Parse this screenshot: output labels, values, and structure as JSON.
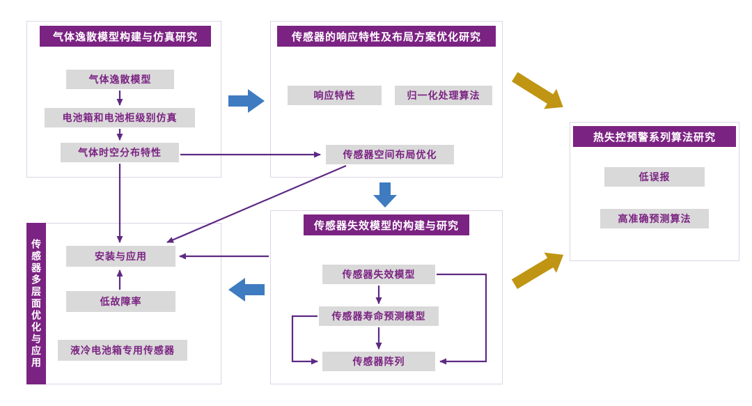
{
  "colors": {
    "purple": "#7B2382",
    "box_gray": "#D9D9D9",
    "blue_arrow": "#3E7BC0",
    "gold_arrow": "#C09513",
    "container_border": "#DCD4E6"
  },
  "modules": {
    "gas_model": {
      "title": "气体逸散模型构建与仿真研究",
      "items": [
        "气体逸散模型",
        "电池箱和电池柜级别仿真",
        "气体时空分布特性"
      ]
    },
    "sensor_response": {
      "title": "传感器的响应特性及布局方案优化研究",
      "items": [
        "响应特性",
        "归一化处理算法",
        "传感器空间布局优化"
      ]
    },
    "thermal_warning": {
      "title": "热失控预警系列算法研究",
      "items": [
        "低误报",
        "高准确预测算法"
      ]
    },
    "sensor_failure": {
      "title": "传感器失效模型的构建与研究",
      "items": [
        "传感器失效模型",
        "传感器寿命预测模型",
        "传感器阵列"
      ]
    },
    "sensor_application": {
      "title": "传感器多层面优化与应用",
      "items": [
        "安装与应用",
        "低故障率",
        "液冷电池箱专用传感器"
      ]
    }
  }
}
